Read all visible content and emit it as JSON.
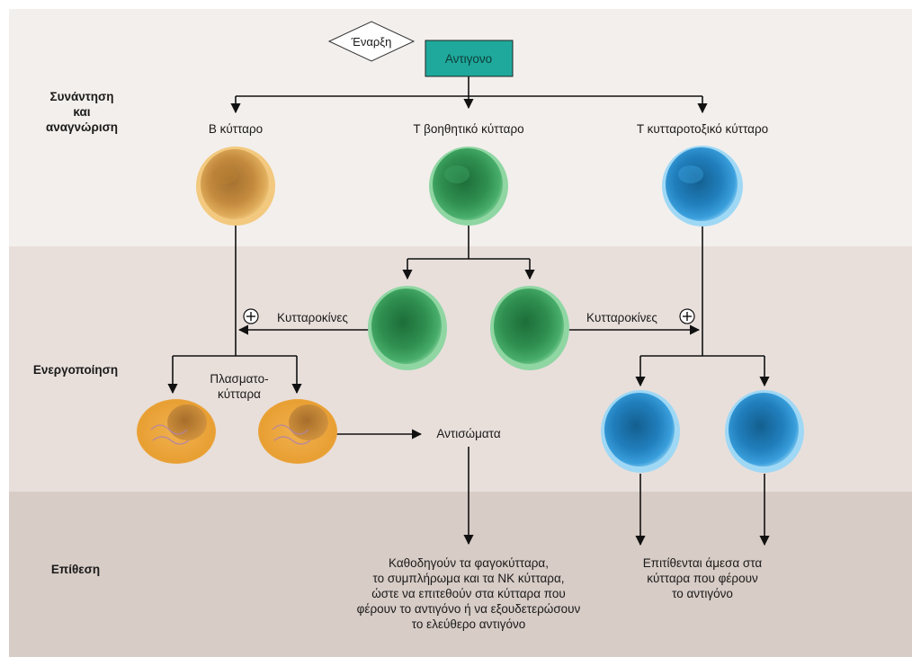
{
  "stages": {
    "recognition": "Συνάντηση\nκαι\nαναγνώριση",
    "activation": "Ενεργοποίηση",
    "attack": "Επίθεση"
  },
  "start_label": "Έναρξη",
  "antigen_label": "Αντιγονο",
  "cells": {
    "b_cell": "Β κύτταρο",
    "t_helper": "Τ βοηθητικό κύτταρο",
    "t_cytotoxic": "Τ κυτταροτοξικό κύτταρο"
  },
  "cytokines_left": "Κυτταροκίνες",
  "cytokines_right": "Κυτταροκίνες",
  "plasma_cells": "Πλασματο-\nκύτταρα",
  "antibodies": "Αντισώματα",
  "plus_sign": "+",
  "outcome_antibodies": "Καθοδηγούν τα φαγοκύτταρα,\nτο συμπλήρωμα και τα ΝΚ κύτταρα,\nώστε να επιτεθούν στα κύτταρα που\nφέρουν το αντιγόνο ή να εξουδετερώσουν\nτο ελεύθερο αντιγόνο",
  "outcome_cytotoxic": "Επιτίθενται άμεσα στα\nκύτταρα που φέρουν\nτο αντιγόνο",
  "colors": {
    "band_top": "#f3efec",
    "band_middle": "#e8dfdb",
    "band_bottom": "#d7ccc6",
    "antigen_fill": "#1fa99c",
    "b_cell": "#d9a24a",
    "plasma": "#e9a23a",
    "t_helper": "#2f9a55",
    "t_cytotoxic": "#2a8fd0"
  }
}
